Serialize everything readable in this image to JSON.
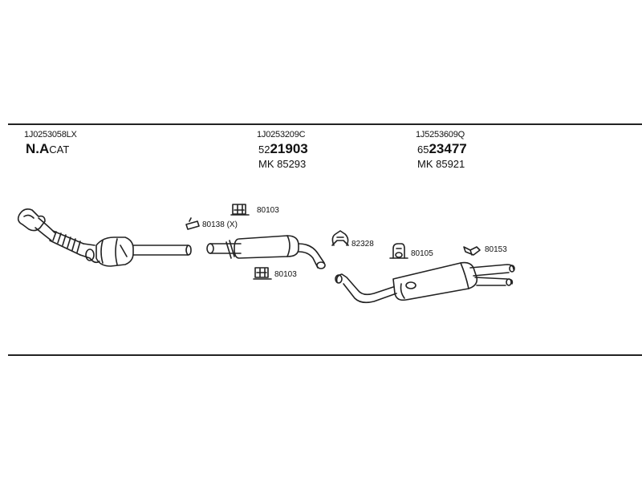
{
  "assemblies": [
    {
      "part_number": "1J0253058LX",
      "name_bold": "N.A",
      "name_rest": "CAT"
    },
    {
      "part_number": "1J0253209C",
      "prefix": "52",
      "main_number": "21903",
      "mk_number": "MK  85293"
    },
    {
      "part_number": "1J5253609Q",
      "prefix": "65",
      "main_number": "23477",
      "mk_number": "MK  85921"
    }
  ],
  "fittings": {
    "hanger_top": "80103",
    "clamp_x": "80138 (X)",
    "hanger_bottom": "80103",
    "ring_clamp": "82328",
    "hanger_rear": "80105",
    "bracket_end": "80153"
  }
}
